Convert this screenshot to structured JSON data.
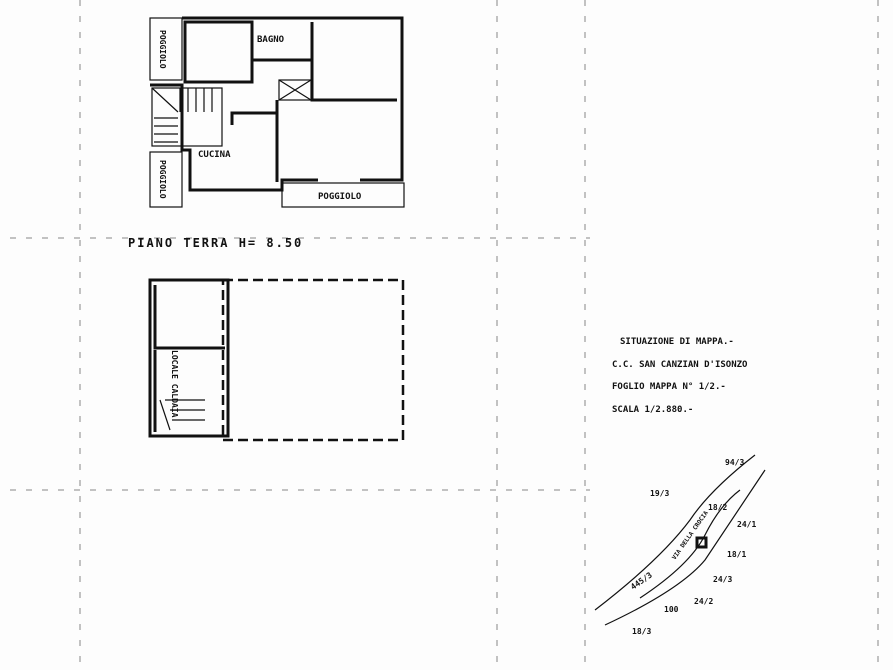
{
  "ground_floor": {
    "title": "PIANO    TERRA   H= 8.50",
    "rooms": {
      "bathroom": "BAGNO",
      "kitchen": "CUCINA",
      "balcony_bottom": "POGGIOLO",
      "balcony_left_top": "POGGIOLO",
      "balcony_left_bottom": "POGGIOLO"
    }
  },
  "lower_floor": {
    "room": "LOCALE CALDAIA"
  },
  "map_note": {
    "lines": [
      "SITUAZIONE DI MAPPA.-",
      "C.C. SAN CANZIAN D'ISONZO",
      "FOGLIO MAPPA N° 1/2.-",
      "SCALA 1/2.880.-"
    ]
  },
  "cadastral_map": {
    "street": "VIA DELLA CROCIA",
    "parcels": [
      "94/3",
      "19/3",
      "18/2",
      "24/1",
      "18/1",
      "24/3",
      "24/2",
      "100",
      "18/3",
      "445/3"
    ]
  }
}
